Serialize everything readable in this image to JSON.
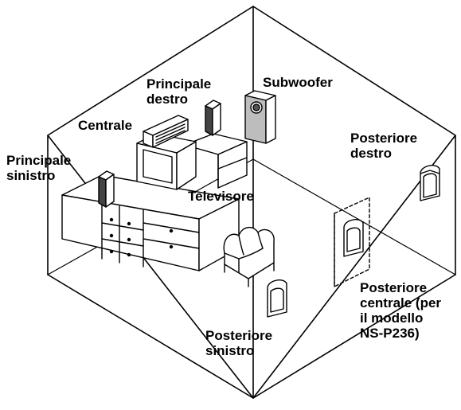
{
  "diagram": {
    "labels": {
      "principale_destro": "Principale\ndestro",
      "subwoofer": "Subwoofer",
      "centrale": "Centrale",
      "principale_sinistro": "Principale\nsinistro",
      "televisore": "Televisore",
      "posteriore_destro": "Posteriore\ndestro",
      "posteriore_sinistro": "Posteriore\nsinistro",
      "posteriore_centrale": "Posteriore\ncentrale (per\nil modello\nNS-P236)"
    }
  }
}
